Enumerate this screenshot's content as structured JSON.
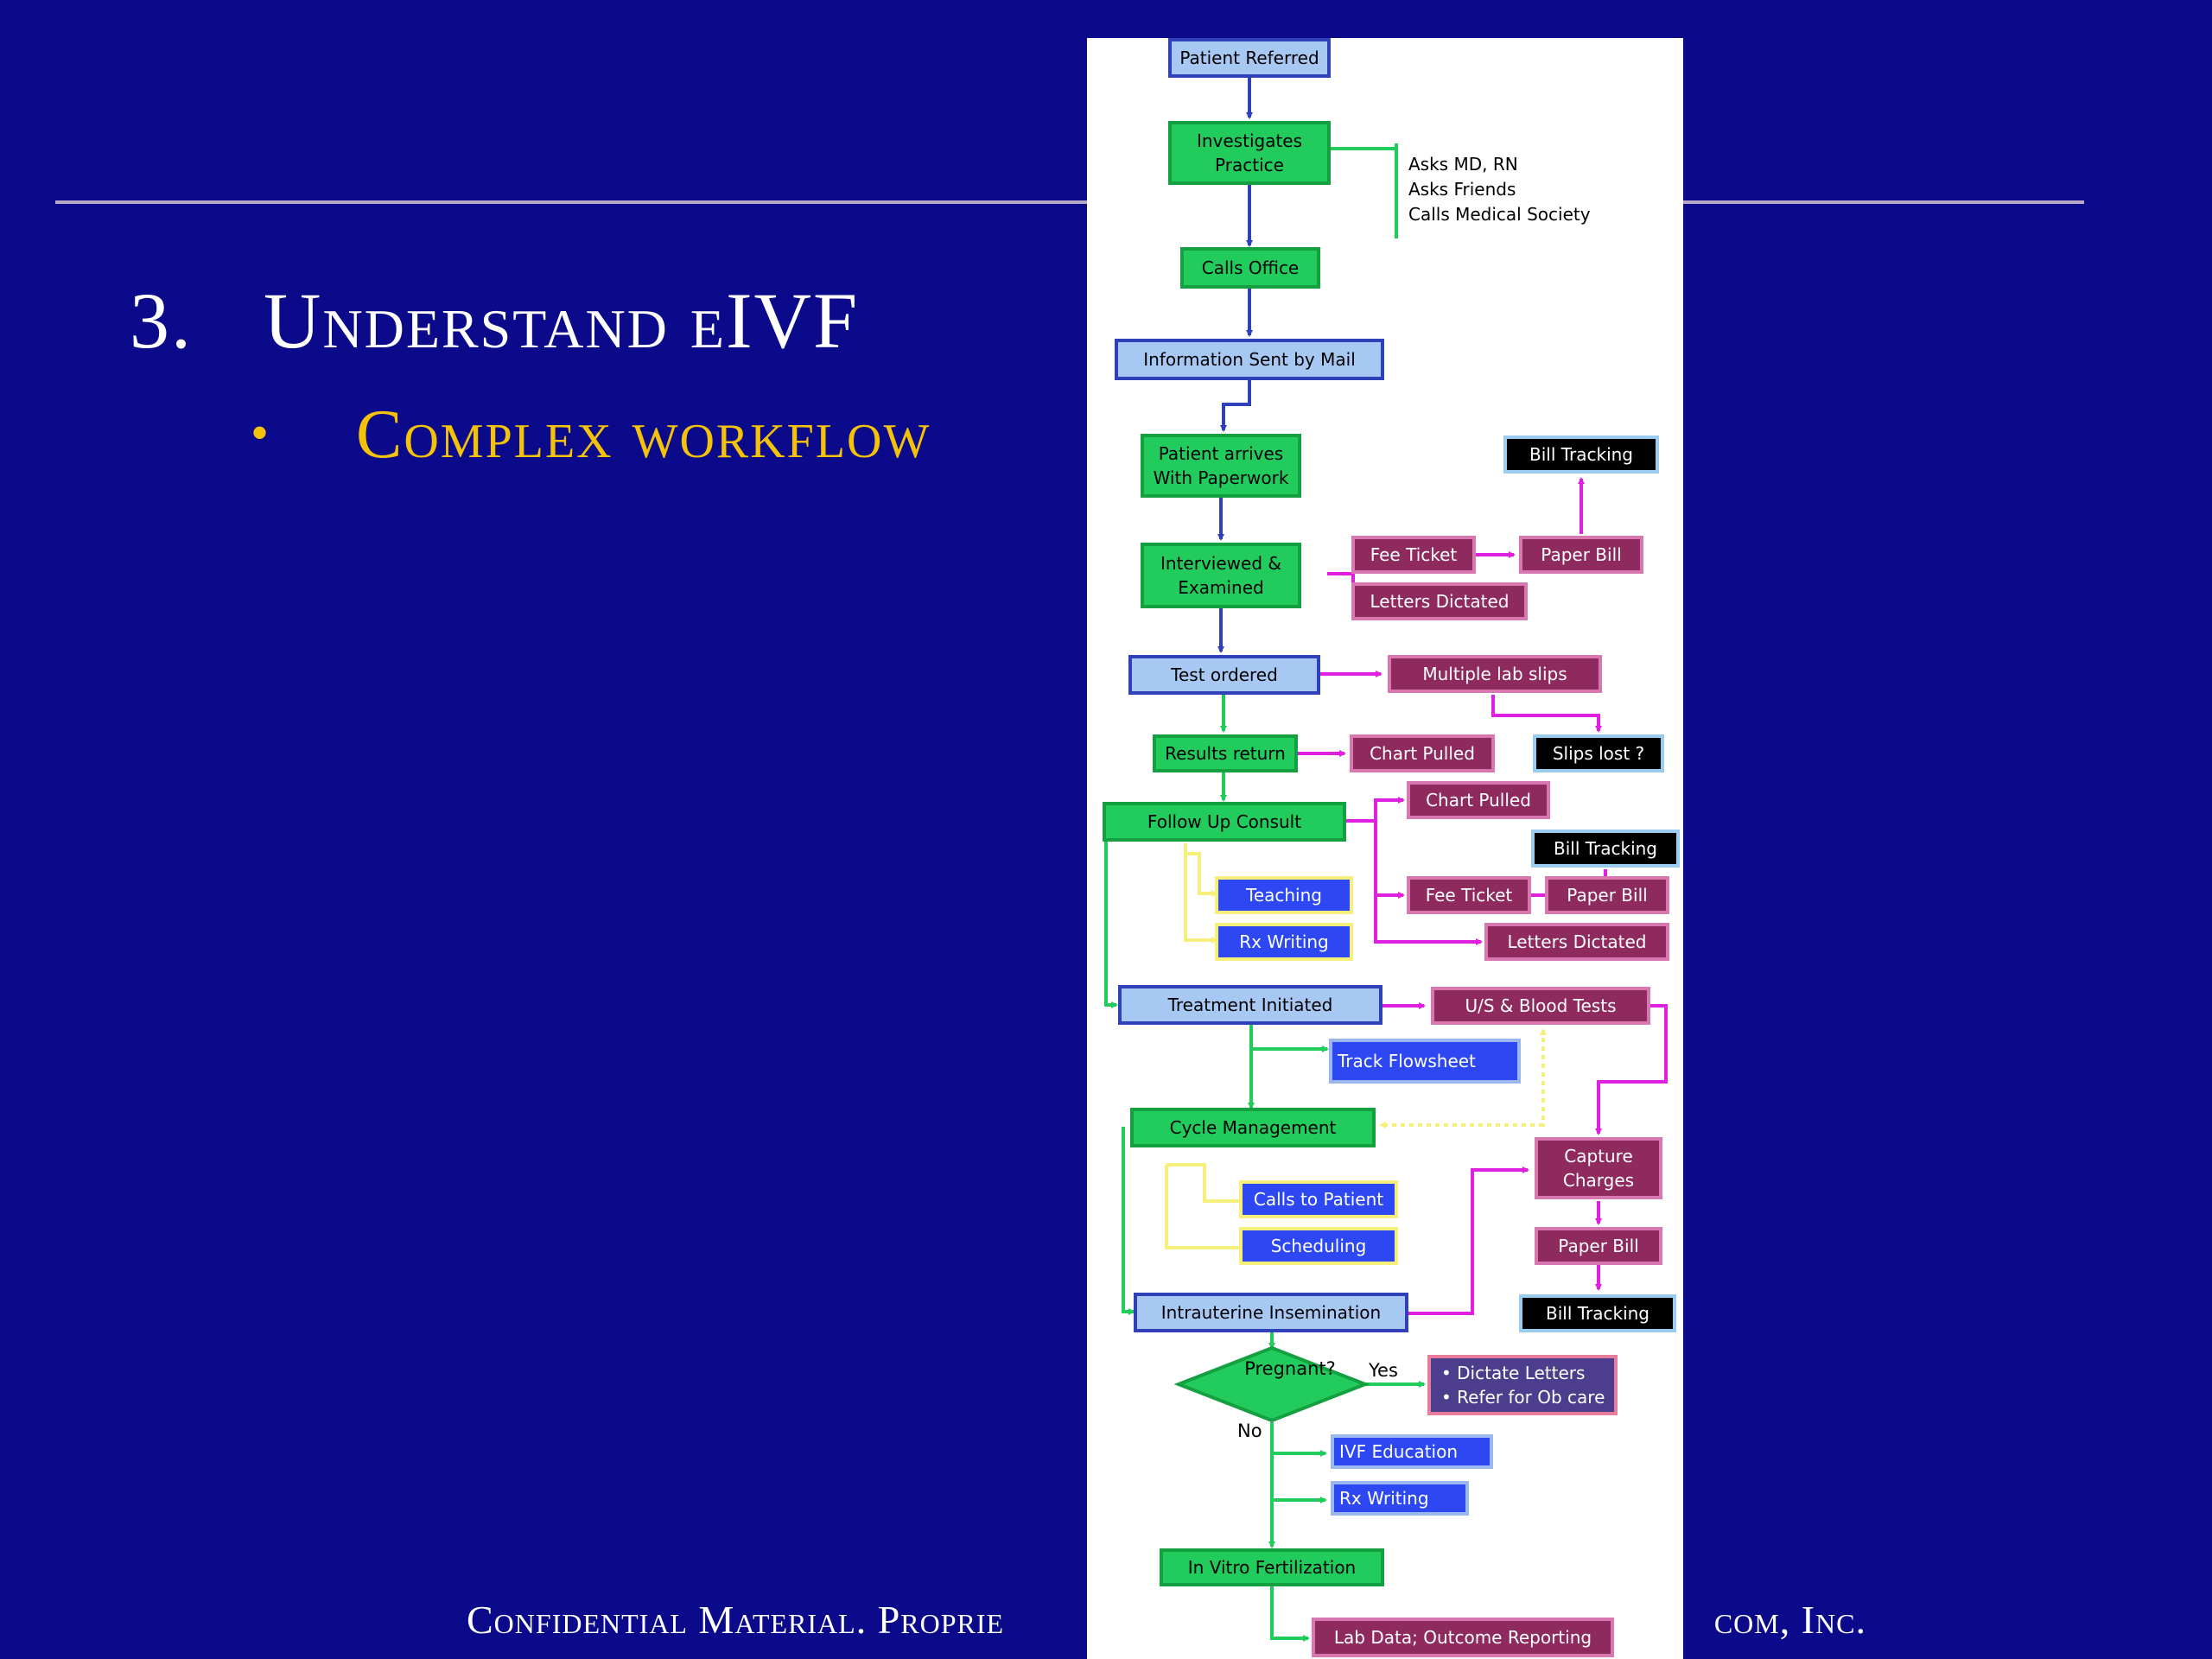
{
  "slide": {
    "number": "3.",
    "title": "Understand eIVF",
    "bullet_marker": "•",
    "bullet": "Complex workflow",
    "footer_left": "Confidential Material.  Proprie",
    "footer_right": "com, Inc."
  },
  "colors": {
    "background": "#0a0a8a",
    "title": "#ffffff",
    "bullet": "#f5c20a",
    "flow_blue": "#3040b8",
    "flow_green": "#22cc5c",
    "flow_magenta": "#e020e0",
    "flow_yellow": "#f6ef7c"
  },
  "diagram": {
    "nodes": {
      "patient_referred": "Patient Referred",
      "investigates": [
        "Investigates",
        "Practice"
      ],
      "asks": [
        "Asks MD, RN",
        "Asks Friends",
        "Calls Medical Society"
      ],
      "calls_office": "Calls Office",
      "info_mail": "Information Sent by Mail",
      "arrives": [
        "Patient arrives",
        "With Paperwork"
      ],
      "bill_tracking_1": "Bill Tracking",
      "interviewed": [
        "Interviewed &",
        "Examined"
      ],
      "fee_ticket_1": "Fee Ticket",
      "paper_bill_1": "Paper Bill",
      "letters_1": "Letters Dictated",
      "test_ordered": "Test ordered",
      "lab_slips": "Multiple lab slips",
      "results": "Results return",
      "chart_pulled_1": "Chart Pulled",
      "slips_lost": "Slips lost ?",
      "follow_up": "Follow Up Consult",
      "chart_pulled_2": "Chart Pulled",
      "bill_tracking_2": "Bill Tracking",
      "teaching": "Teaching",
      "fee_ticket_2": "Fee Ticket",
      "paper_bill_2": "Paper Bill",
      "rx_writing_1": "Rx Writing",
      "letters_2": "Letters Dictated",
      "treatment": "Treatment Initiated",
      "us_blood": "U/S & Blood Tests",
      "flowsheet": "Track Flowsheet",
      "cycle": "Cycle Management",
      "capture": [
        "Capture",
        "Charges"
      ],
      "calls_patient": "Calls to Patient",
      "paper_bill_3": "Paper Bill",
      "scheduling": "Scheduling",
      "iui": "Intrauterine Insemination",
      "bill_tracking_3": "Bill Tracking",
      "pregnant": "Pregnant?",
      "yes": "Yes",
      "no": "No",
      "outcome_yes": [
        "• Dictate Letters",
        "• Refer for Ob care"
      ],
      "ivf_education": "IVF Education",
      "rx_writing_2": "Rx Writing",
      "ivf": "In Vitro Fertilization",
      "lab_data": "Lab Data; Outcome Reporting"
    }
  }
}
